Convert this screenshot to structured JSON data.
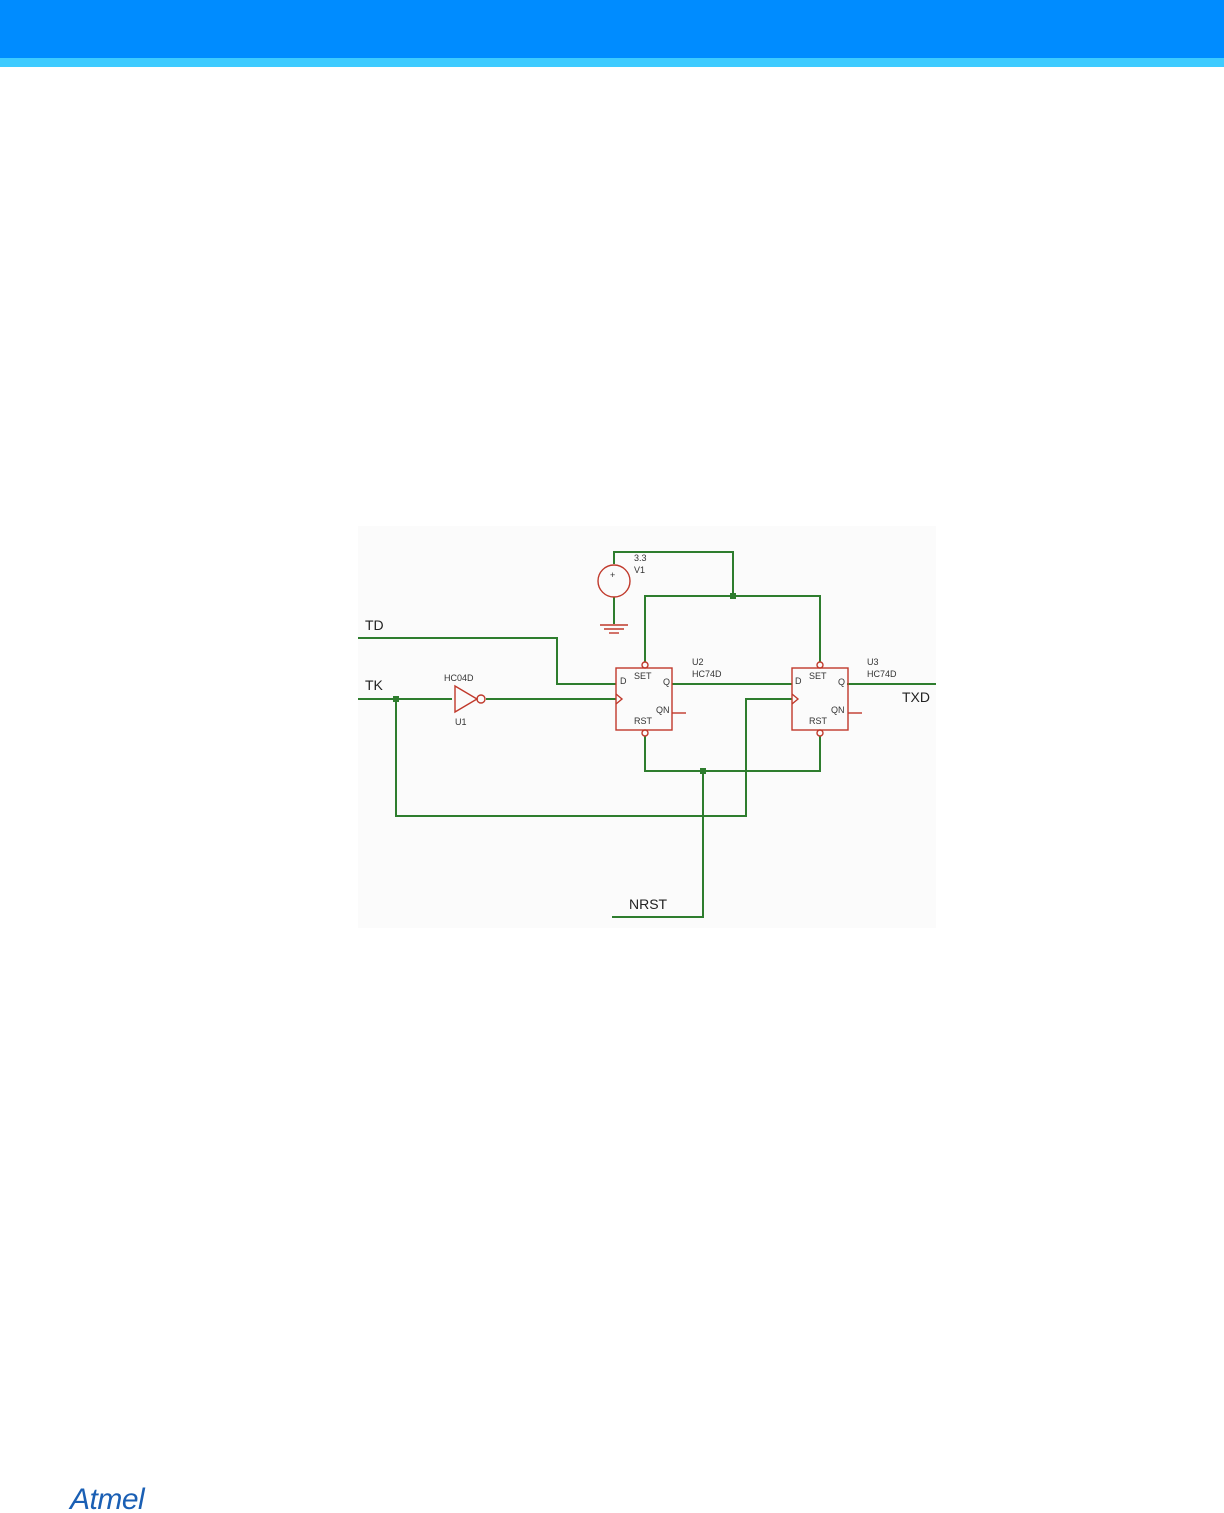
{
  "colors": {
    "header_primary": "#008cff",
    "header_secondary": "#3ecbff",
    "wire": "#2e7d2e",
    "component": "#c0392b",
    "logo": "#1a5fb4"
  },
  "schematic": {
    "signals": {
      "td": "TD",
      "tk": "TK",
      "txd": "TXD",
      "nrst": "NRST"
    },
    "voltage_source": {
      "value": "3.3",
      "ref": "V1",
      "symbol": "+"
    },
    "inverter": {
      "part": "HC04D",
      "ref": "U1"
    },
    "flipflop_1": {
      "ref": "U2",
      "part": "HC74D",
      "pin_d": "D",
      "pin_set": "SET",
      "pin_q": "Q",
      "pin_qn": "QN",
      "pin_rst": "RST"
    },
    "flipflop_2": {
      "ref": "U3",
      "part": "HC74D",
      "pin_d": "D",
      "pin_set": "SET",
      "pin_q": "Q",
      "pin_qn": "QN",
      "pin_rst": "RST"
    }
  },
  "footer": {
    "logo_text": "Atmel"
  }
}
